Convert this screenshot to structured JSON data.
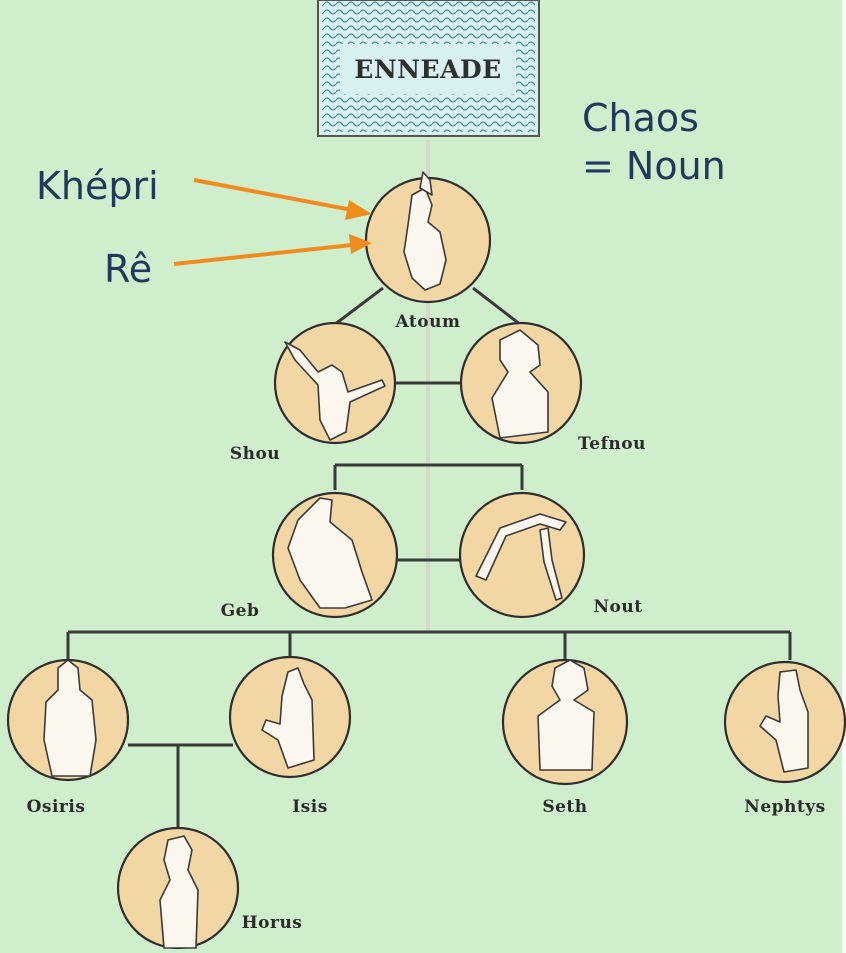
{
  "diagram": {
    "title": "ENNEADE",
    "annotations": {
      "chaos_line1": "Chaos",
      "chaos_line2": "= Noun",
      "khepri": "Khépri",
      "re": "Rê"
    },
    "deities": {
      "atoum": "Atoum",
      "shou": "Shou",
      "tefnou": "Tefnou",
      "geb": "Geb",
      "nout": "Nout",
      "osiris": "Osiris",
      "isis": "Isis",
      "seth": "Seth",
      "nephtys": "Nephtys",
      "horus": "Horus"
    },
    "colors": {
      "background": "#cfeecb",
      "medallion": "#f2d6a4",
      "arrow": "#f08c1e",
      "annotation_text": "#1f3a5c",
      "title_box": "#d3ecee"
    }
  }
}
